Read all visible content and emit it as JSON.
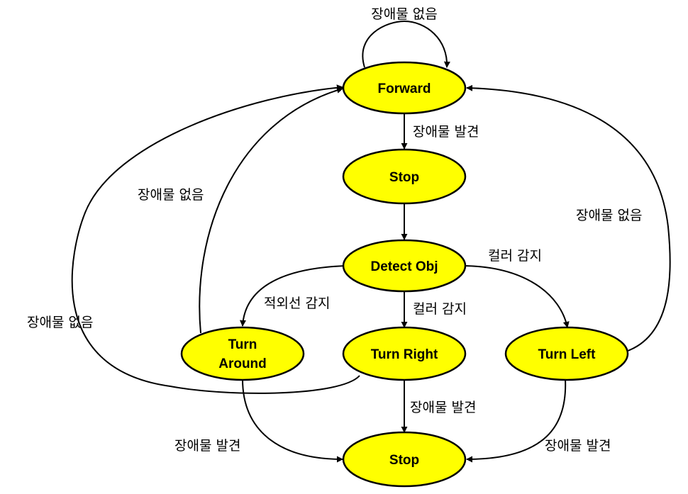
{
  "colors": {
    "node_fill": "#ffff00",
    "node_stroke": "#000000",
    "edge": "#000000"
  },
  "nodes": {
    "forward": "Forward",
    "stop_top": "Stop",
    "detect": "Detect Obj",
    "turn_around_line1": "Turn",
    "turn_around_line2": "Around",
    "turn_right": "Turn Right",
    "turn_left": "Turn Left",
    "stop_bottom": "Stop"
  },
  "edges": {
    "forward_self": "장애물 없음",
    "forward_to_stop": "장애물 발견",
    "turn_around_to_forward": "장애물 없음",
    "turn_right_to_forward": "장애물 없음",
    "turn_left_to_forward": "장애물 없음",
    "detect_to_turn_left": "컬러 감지",
    "detect_to_turn_around": "적외선 감지",
    "detect_to_turn_right": "컬러 감지",
    "turn_right_to_stop": "장애물 발견",
    "turn_around_to_stop": "장애물 발견",
    "turn_left_to_stop": "장애물 발견"
  }
}
